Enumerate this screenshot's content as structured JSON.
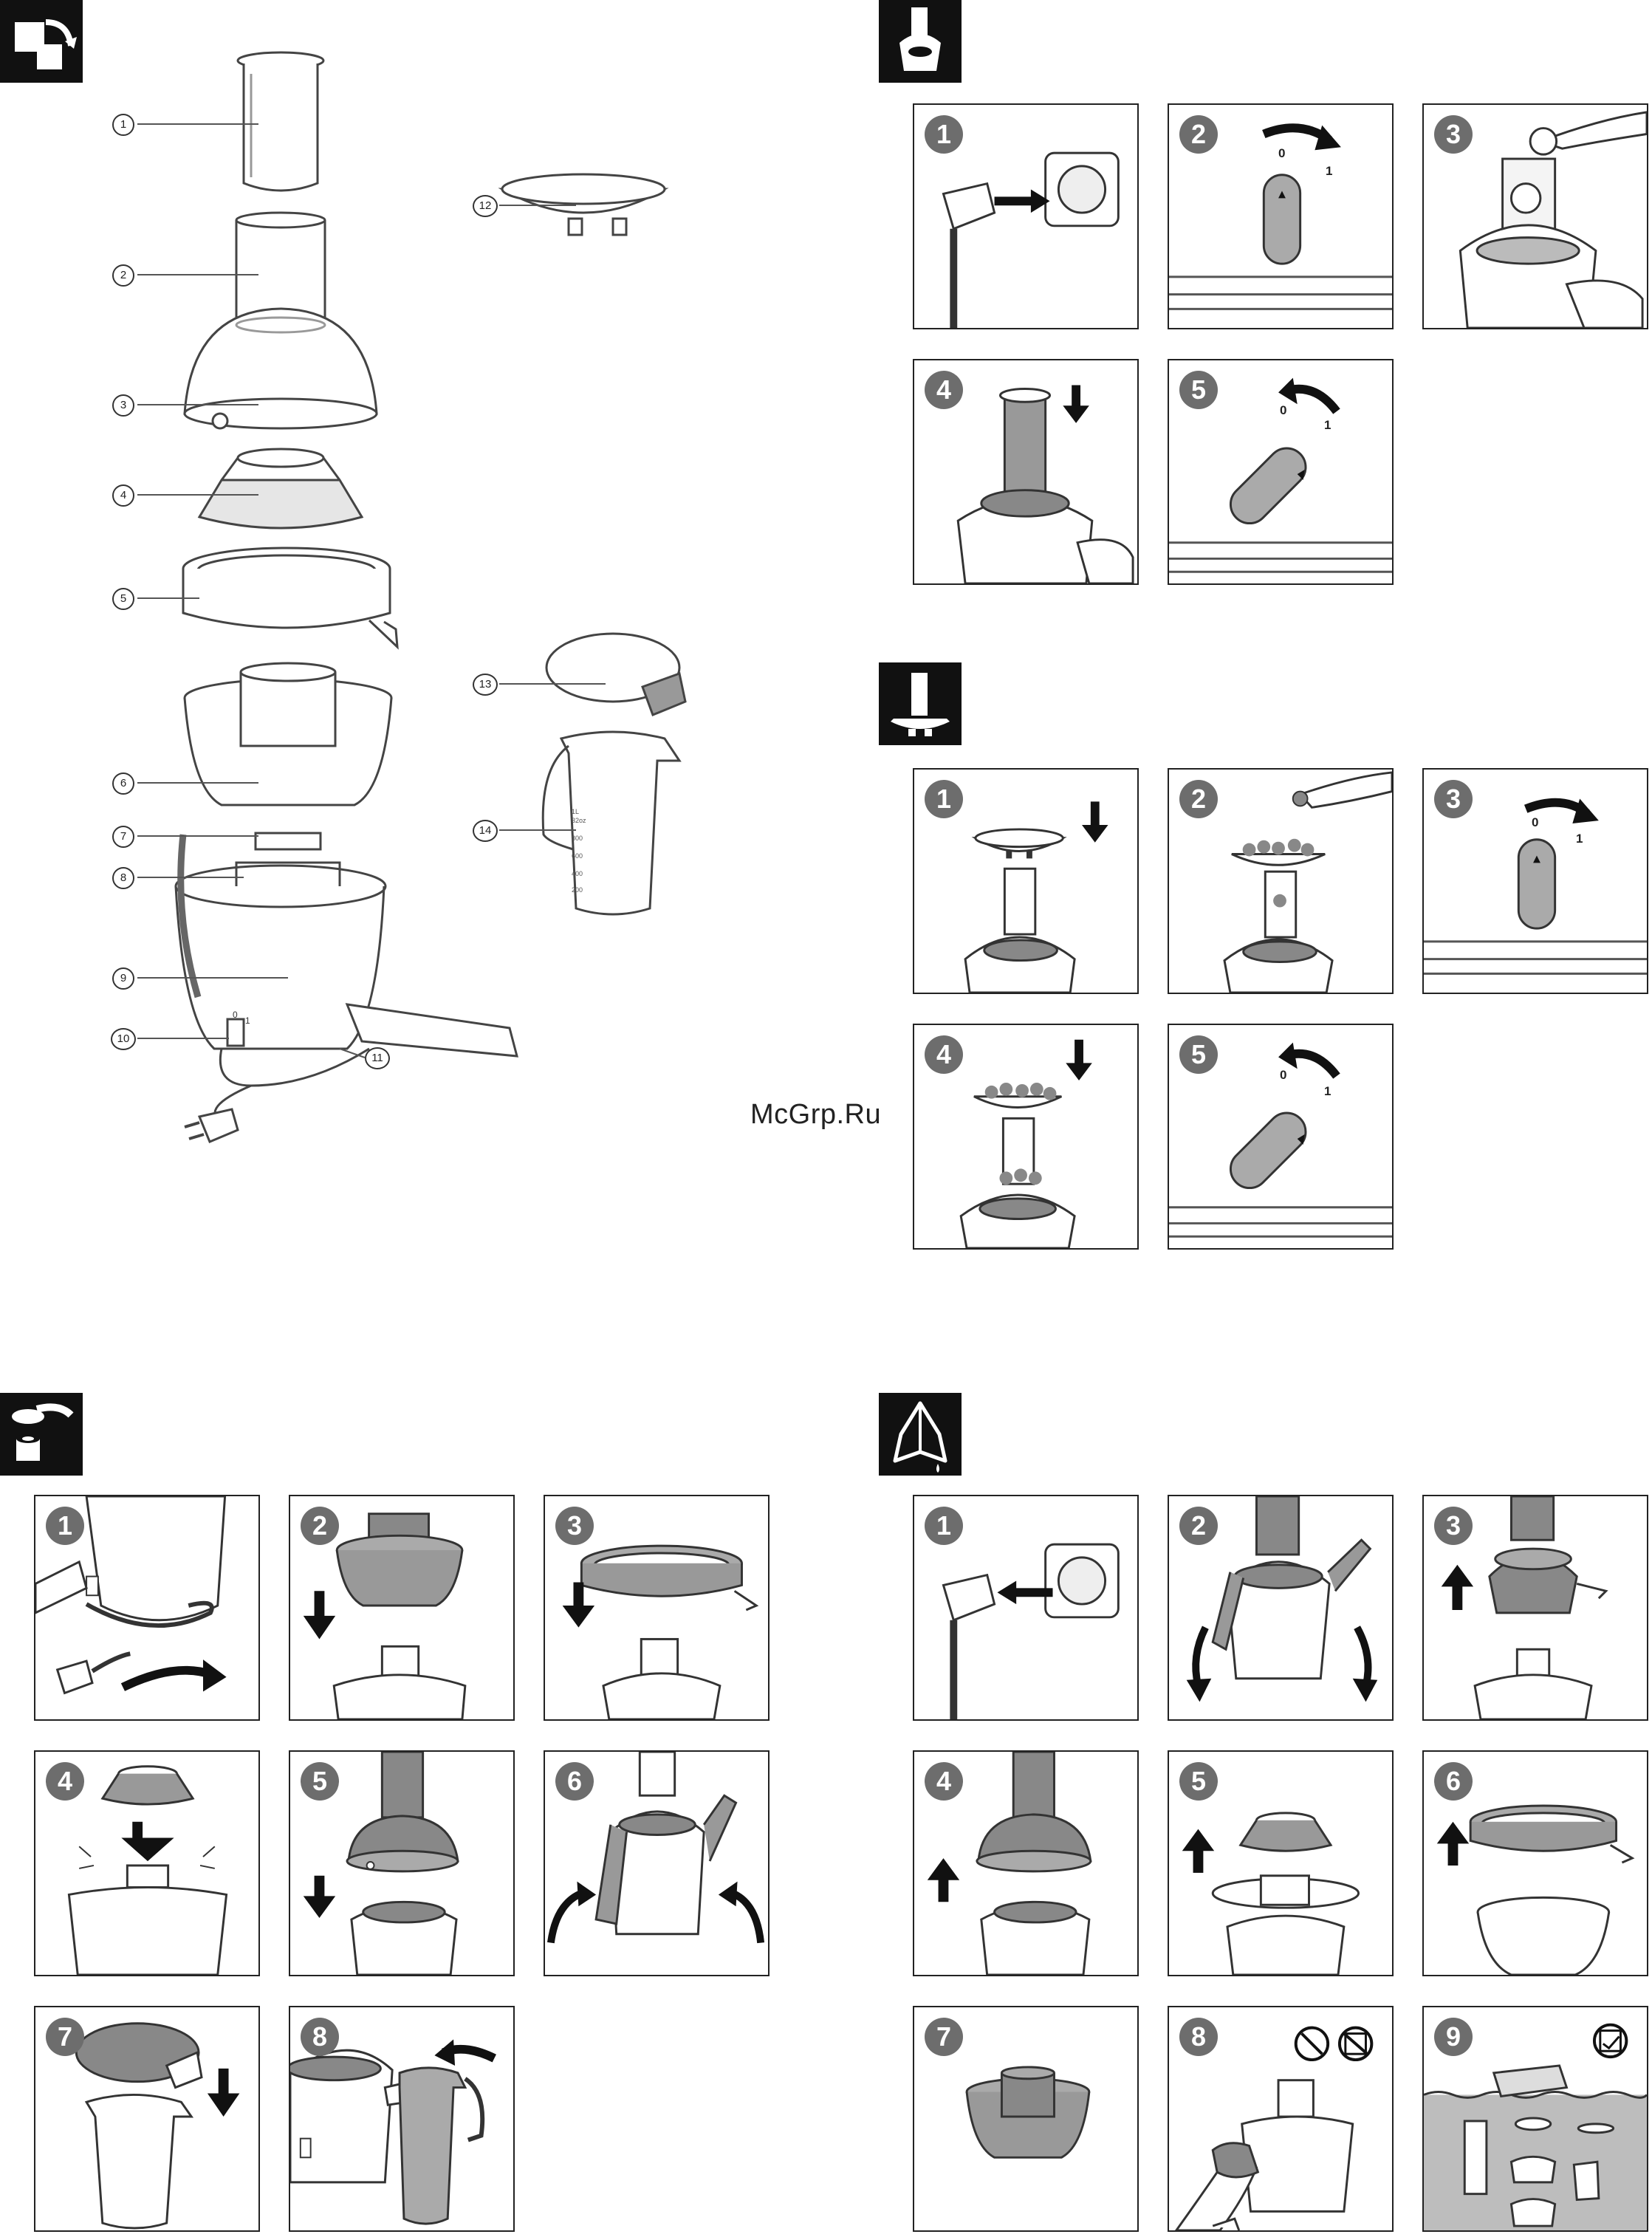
{
  "watermark": "McGrp.Ru",
  "parts": {
    "callouts": [
      "1",
      "2",
      "3",
      "4",
      "5",
      "6",
      "7",
      "8",
      "9",
      "10",
      "11",
      "12",
      "13",
      "14"
    ],
    "switch_off": "0",
    "switch_on": "1",
    "jug_markings": [
      "1L",
      "32oz",
      "800",
      "600",
      "400",
      "200"
    ]
  },
  "sections": {
    "assembly_icon": "parts-icon",
    "juicing_icon": "juicer-icon",
    "tray_icon": "tray-icon",
    "setup_icon": "setup-icon",
    "cleaning_icon": "cleaning-cloth-icon"
  },
  "juicing": {
    "steps": [
      "1",
      "2",
      "3",
      "4",
      "5"
    ],
    "switch": {
      "off": "0",
      "on": "1"
    }
  },
  "tray": {
    "steps": [
      "1",
      "2",
      "3",
      "4",
      "5"
    ],
    "switch": {
      "off": "0",
      "on": "1"
    }
  },
  "setup": {
    "steps": [
      "1",
      "2",
      "3",
      "4",
      "5",
      "6",
      "7",
      "8"
    ]
  },
  "cleaning": {
    "steps": [
      "1",
      "2",
      "3",
      "4",
      "5",
      "6",
      "7",
      "8",
      "9"
    ]
  }
}
